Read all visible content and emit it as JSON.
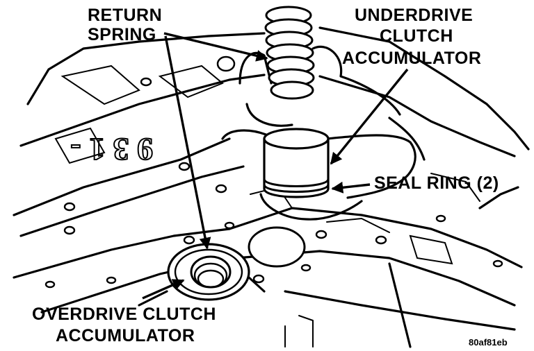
{
  "labels": {
    "return_spring_line1": "RETURN",
    "return_spring_line2": "SPRING",
    "underdrive_line1": "UNDERDRIVE",
    "underdrive_line2": "CLUTCH",
    "underdrive_line3": "ACCUMULATOR",
    "seal_ring": "SEAL RING (2)",
    "overdrive_line1": "OVERDRIVE CLUTCH",
    "overdrive_line2": "ACCUMULATOR"
  },
  "casting_markings": "9 3 1 -",
  "figure_id": "80af81eb"
}
